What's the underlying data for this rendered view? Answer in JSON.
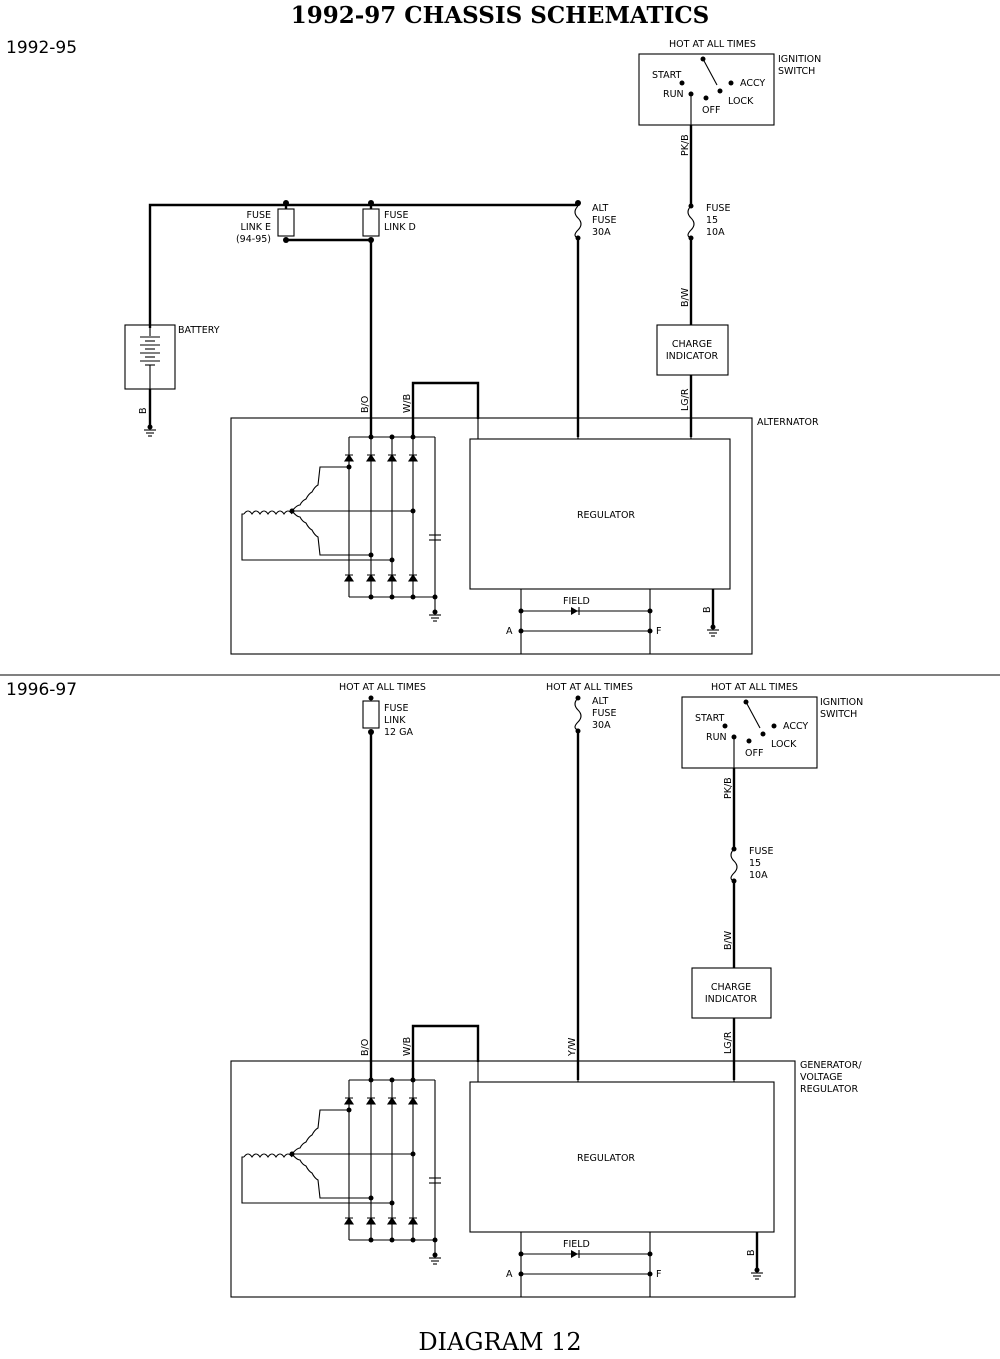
{
  "title": "1992-97 CHASSIS SCHEMATICS",
  "footer": "DIAGRAM 12",
  "sections": {
    "top": {
      "years": "1992-95",
      "ignition": {
        "hot": "HOT AT ALL TIMES",
        "label1": "IGNITION",
        "label2": "SWITCH",
        "start": "START",
        "run": "RUN",
        "off": "OFF",
        "accy": "ACCY",
        "lock": "LOCK"
      },
      "wires": {
        "pkb": "PK/B",
        "bw": "B/W",
        "lgr": "LG/R",
        "bo": "B/O",
        "wb": "W/B",
        "b": "B",
        "b2": "B"
      },
      "fuse_link_e": {
        "l1": "FUSE",
        "l2": "LINK E",
        "l3": "(94-95)"
      },
      "fuse_link_d": {
        "l1": "FUSE",
        "l2": "LINK D"
      },
      "alt_fuse": {
        "l1": "ALT",
        "l2": "FUSE",
        "l3": "30A"
      },
      "fuse15": {
        "l1": "FUSE",
        "l2": "15",
        "l3": "10A"
      },
      "battery": "BATTERY",
      "charge": {
        "l1": "CHARGE",
        "l2": "INDICATOR"
      },
      "alternator": "ALTERNATOR",
      "regulator": "REGULATOR",
      "field": "FIELD",
      "a": "A",
      "f": "F"
    },
    "bottom": {
      "years": "1996-97",
      "hot_left": "HOT AT ALL TIMES",
      "hot_mid": "HOT AT ALL TIMES",
      "ignition": {
        "hot": "HOT AT ALL TIMES",
        "label1": "IGNITION",
        "label2": "SWITCH",
        "start": "START",
        "run": "RUN",
        "off": "OFF",
        "accy": "ACCY",
        "lock": "LOCK"
      },
      "wires": {
        "pkb": "PK/B",
        "bw": "B/W",
        "lgr": "LG/R",
        "bo": "B/O",
        "wb": "W/B",
        "yw": "Y/W",
        "b": "B"
      },
      "fuse_link": {
        "l1": "FUSE",
        "l2": "LINK",
        "l3": "12 GA"
      },
      "alt_fuse": {
        "l1": "ALT",
        "l2": "FUSE",
        "l3": "30A"
      },
      "fuse15": {
        "l1": "FUSE",
        "l2": "15",
        "l3": "10A"
      },
      "charge": {
        "l1": "CHARGE",
        "l2": "INDICATOR"
      },
      "generator": {
        "l1": "GENERATOR/",
        "l2": "VOLTAGE",
        "l3": "REGULATOR"
      },
      "regulator": "REGULATOR",
      "field": "FIELD",
      "a": "A",
      "f": "F"
    }
  }
}
